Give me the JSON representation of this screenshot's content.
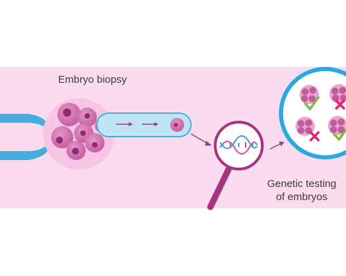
{
  "labels": {
    "embryo_biopsy": "Embryo biopsy",
    "genetic_testing_line1": "Genetic testing",
    "genetic_testing_line2": "of embryos"
  },
  "colors": {
    "band_background": "#fbdcef",
    "page_background": "#ffffff",
    "holding_pipette": "#45aede",
    "embryo_halo": "#f7c6e5",
    "cell_fill": "#cf67a9",
    "cell_nucleus": "#8f2b74",
    "biopsy_pipette": "#bfe4f6",
    "magnifier": "#a8347f",
    "dna_strand_a": "#d94b9a",
    "dna_strand_b": "#3aa0d8",
    "result_circle_border": "#29a9e1",
    "check_mark": "#7cbf3c",
    "cross_mark": "#e2246b",
    "arrow": "#a23a7e"
  },
  "embryo_results": [
    {
      "position": "top-left",
      "result": "check-icon"
    },
    {
      "position": "top-right",
      "result": "cross-icon"
    },
    {
      "position": "bottom-left",
      "result": "cross-icon"
    },
    {
      "position": "bottom-right",
      "result": "check-icon"
    }
  ]
}
